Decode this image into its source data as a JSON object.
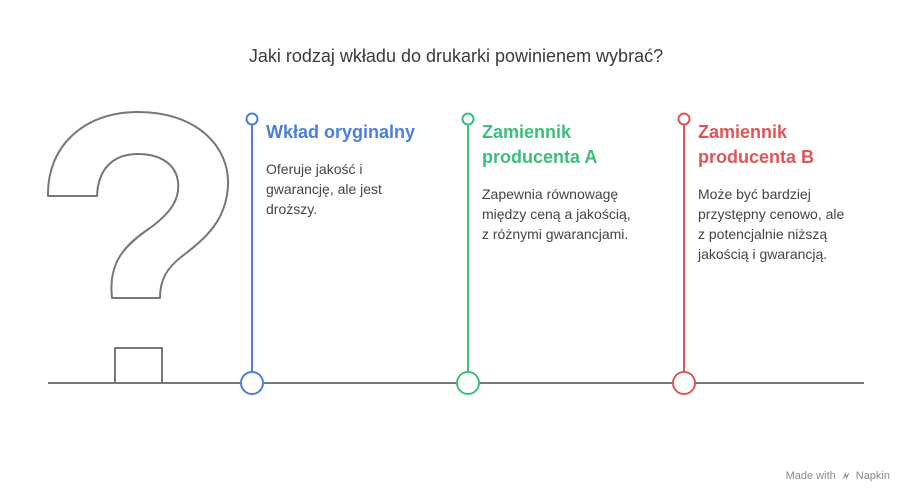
{
  "title": "Jaki rodzaj wkładu do drukarki powinienem wybrać?",
  "options": [
    {
      "heading": "Wkład oryginalny",
      "description": "Oferuje jakość i\ngwarancję, ale jest\ndroższy.",
      "color": "#4a7fdd"
    },
    {
      "heading": "Zamiennik\nproducenta A",
      "description": "Zapewnia równowagę\nmiędzy ceną a jakością,\nz różnymi gwarancjami.",
      "color": "#3dbf7a"
    },
    {
      "heading": "Zamiennik\nproducenta B",
      "description": "Może być bardziej\nprzystępny cenowo, ale\nz potencjalnie niższą\njakością i gwarancją.",
      "color": "#e05555"
    }
  ],
  "footer": {
    "made_with": "Made with",
    "brand": "Napkin"
  }
}
